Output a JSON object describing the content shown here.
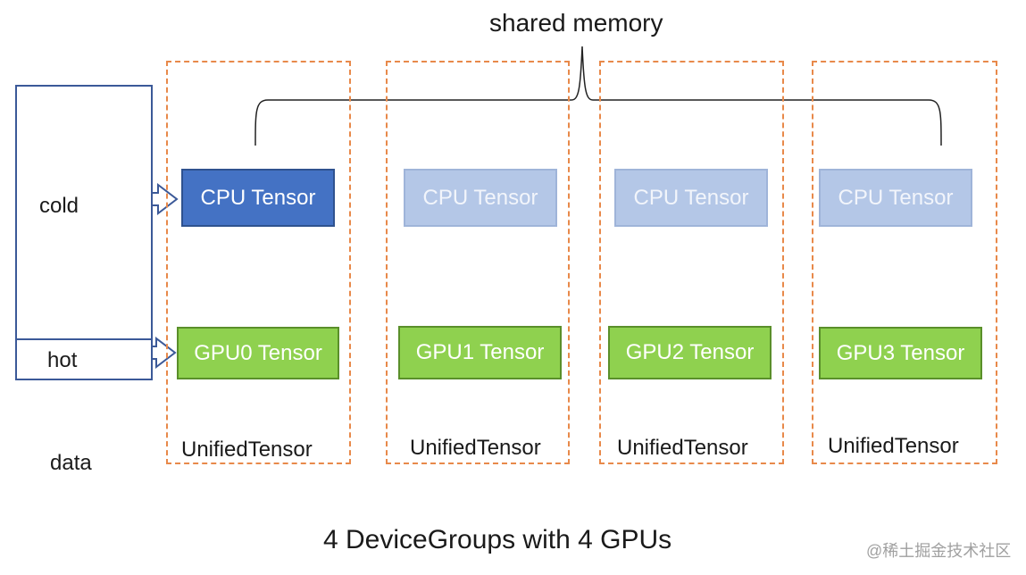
{
  "title": "shared memory",
  "caption": "4 DeviceGroups with 4 GPUs",
  "data_labels": {
    "cold": "cold",
    "hot": "hot",
    "data": "data"
  },
  "groups": [
    {
      "cpu": "CPU Tensor",
      "gpu": "GPU0 Tensor",
      "unified": "UnifiedTensor",
      "cpu_active": true
    },
    {
      "cpu": "CPU Tensor",
      "gpu": "GPU1 Tensor",
      "unified": "UnifiedTensor",
      "cpu_active": false
    },
    {
      "cpu": "CPU Tensor",
      "gpu": "GPU2 Tensor",
      "unified": "UnifiedTensor",
      "cpu_active": false
    },
    {
      "cpu": "CPU Tensor",
      "gpu": "GPU3 Tensor",
      "unified": "UnifiedTensor",
      "cpu_active": false
    }
  ],
  "watermark": "@稀土掘金技术社区",
  "colors": {
    "cpu_active": "#4472c4",
    "cpu_inactive": "#b4c7e7",
    "gpu": "#8fd14f",
    "group_border": "#e8894a",
    "data_border": "#3b5998"
  }
}
